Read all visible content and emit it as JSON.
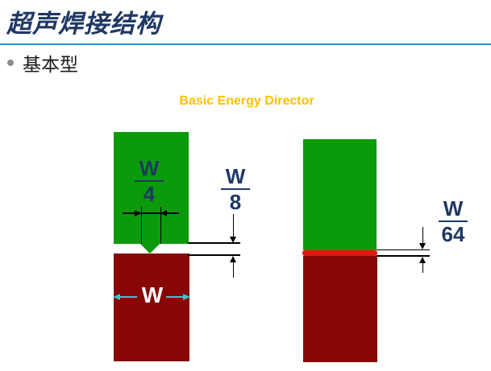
{
  "slide": {
    "title": "超声焊接结构",
    "bullet": "基本型",
    "diagram_title": "Basic Energy Director"
  },
  "diagrams": {
    "left": {
      "director_width_label": {
        "numerator": "W",
        "denominator": "4"
      },
      "director_height_label": {
        "numerator": "W",
        "denominator": "8"
      },
      "part_width_label": "W"
    },
    "right": {
      "film_thickness_label": {
        "numerator": "W",
        "denominator": "64"
      }
    }
  },
  "colors": {
    "title_navy": "#1f3864",
    "divider_blue": "#1f94cf",
    "heading_orange": "#ffc000",
    "upper_part_green": "#0a9a0a",
    "lower_part_dark_red": "#880606",
    "film_bright_red": "#ee1111",
    "label_navy": "#1f3864",
    "width_arrow_cyan": "#35c8c8",
    "bullet_gray": "#8c8c8c"
  }
}
